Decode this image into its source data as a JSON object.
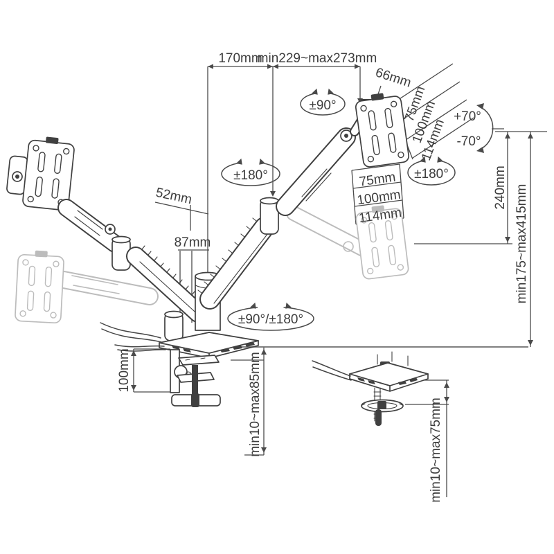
{
  "colors": {
    "line": "#404040",
    "ghost": "#bcbcbc",
    "dimension": "#4a4a4a",
    "text": "#3d3d3d",
    "background": "#ffffff"
  },
  "labels": {
    "arm_reach_inner": "170mm",
    "arm_reach_outer": "min229~max273mm",
    "head_offset": "66mm",
    "pole_offset": "52mm",
    "pole_height": "87mm",
    "upper_arm_height": "240mm",
    "height_range": "min175~max415mm",
    "clamp_plate_height": "100mm",
    "desk_clamp_range": "min10~max85mm",
    "grommet_range": "min10~max75mm",
    "vesa_side": [
      "75mm",
      "100mm",
      "114mm"
    ],
    "vesa_bottom": [
      "75mm",
      "100mm",
      "114mm"
    ]
  },
  "rotations": {
    "head_swivel": "±90°",
    "elbow_rotation": "±180°",
    "head_rotation": "±180°",
    "base_rotation": "±90°/±180°",
    "tilt_up": "+70°",
    "tilt_down": "-70°"
  }
}
